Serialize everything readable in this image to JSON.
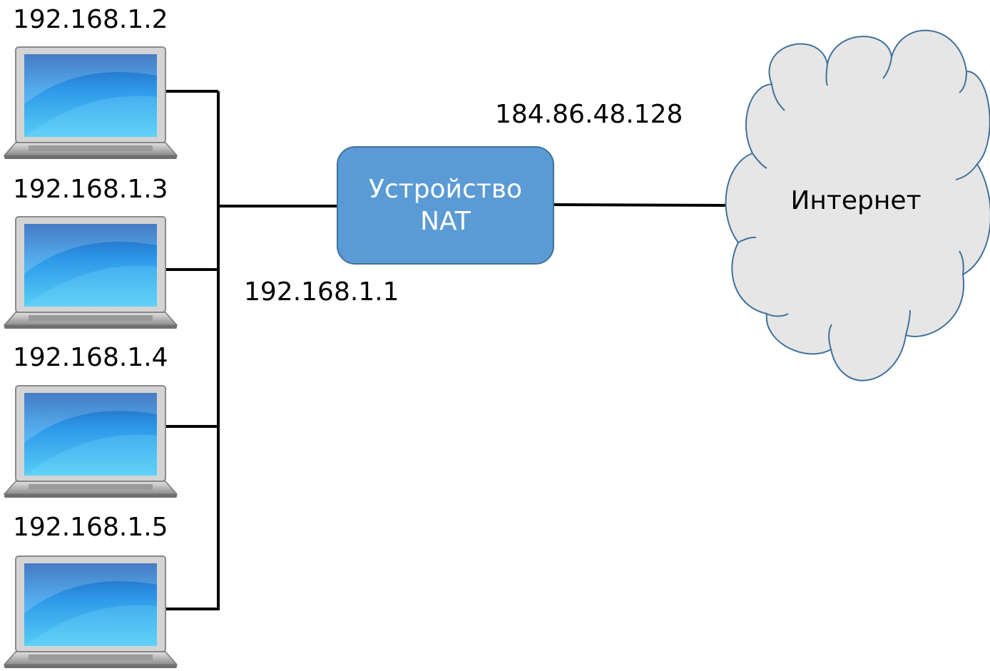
{
  "laptops": [
    {
      "ip": "192.168.1.2"
    },
    {
      "ip": "192.168.1.3"
    },
    {
      "ip": "192.168.1.4"
    },
    {
      "ip": "192.168.1.5"
    }
  ],
  "nat": {
    "line1": "Устройство",
    "line2": "NAT",
    "inside_ip": "192.168.1.1",
    "outside_ip": "184.86.48.128",
    "fill": "#5b9bd5"
  },
  "internet": {
    "label": "Интернет",
    "fill": "#e6e6e6",
    "stroke": "#41719c"
  },
  "icons": [
    "laptop-icon",
    "cloud-icon"
  ]
}
